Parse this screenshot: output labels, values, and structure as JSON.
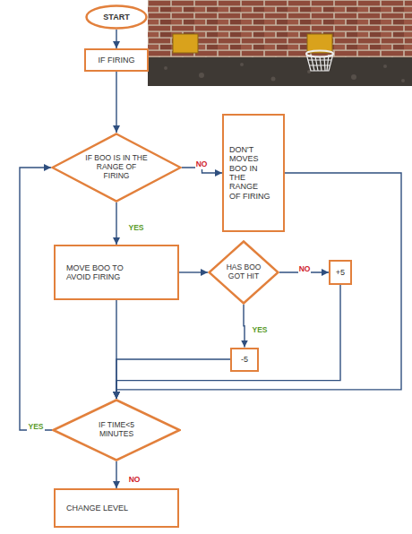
{
  "diagram": {
    "nodes": [
      {
        "text": [
          "START"
        ]
      },
      {
        "text": [
          "IF FIRING"
        ]
      },
      {
        "text": [
          "IF BOO IS IN THE RANGE OF FIRING"
        ]
      },
      {
        "text": [
          "DON'T MOVES BOO IN THE RANGE OF FIRING"
        ]
      },
      {
        "text": [
          "MOVE BOO TO AVOID FIRING"
        ]
      },
      {
        "text": [
          "HAS BOO GOT HIT"
        ]
      },
      {
        "text": [
          "+5"
        ]
      },
      {
        "text": [
          "-5"
        ]
      },
      {
        "text": [
          "IF TIME<5 MINUTES"
        ]
      },
      {
        "text": [
          "CHANGE LEVEL"
        ]
      }
    ],
    "edges": [
      {
        "from": 0,
        "to": 1,
        "arrow": "to"
      },
      {
        "from": 1,
        "to": 2,
        "arrow": "to"
      },
      {
        "from": 2,
        "to": 3,
        "label": "NO",
        "arrow": "to"
      },
      {
        "from": 2,
        "to": 4,
        "label": "YES",
        "arrow": "to"
      },
      {
        "from": 4,
        "to": 5,
        "arrow": "to"
      },
      {
        "from": 5,
        "to": 6,
        "label": "NO",
        "arrow": "to"
      },
      {
        "from": 5,
        "to": 7,
        "label": "YES",
        "arrow": "to"
      },
      {
        "from": 4,
        "to": 8,
        "arrow": "to"
      },
      {
        "from": 7,
        "to": 8,
        "arrow": "to"
      },
      {
        "from": 6,
        "to": 8,
        "arrow": "to"
      },
      {
        "from": 3,
        "to": 8,
        "arrow": "to"
      },
      {
        "from": 8,
        "to": 2,
        "label": "YES",
        "arrow": "to"
      },
      {
        "from": 8,
        "to": 9,
        "label": "NO",
        "arrow": "to"
      }
    ]
  }
}
